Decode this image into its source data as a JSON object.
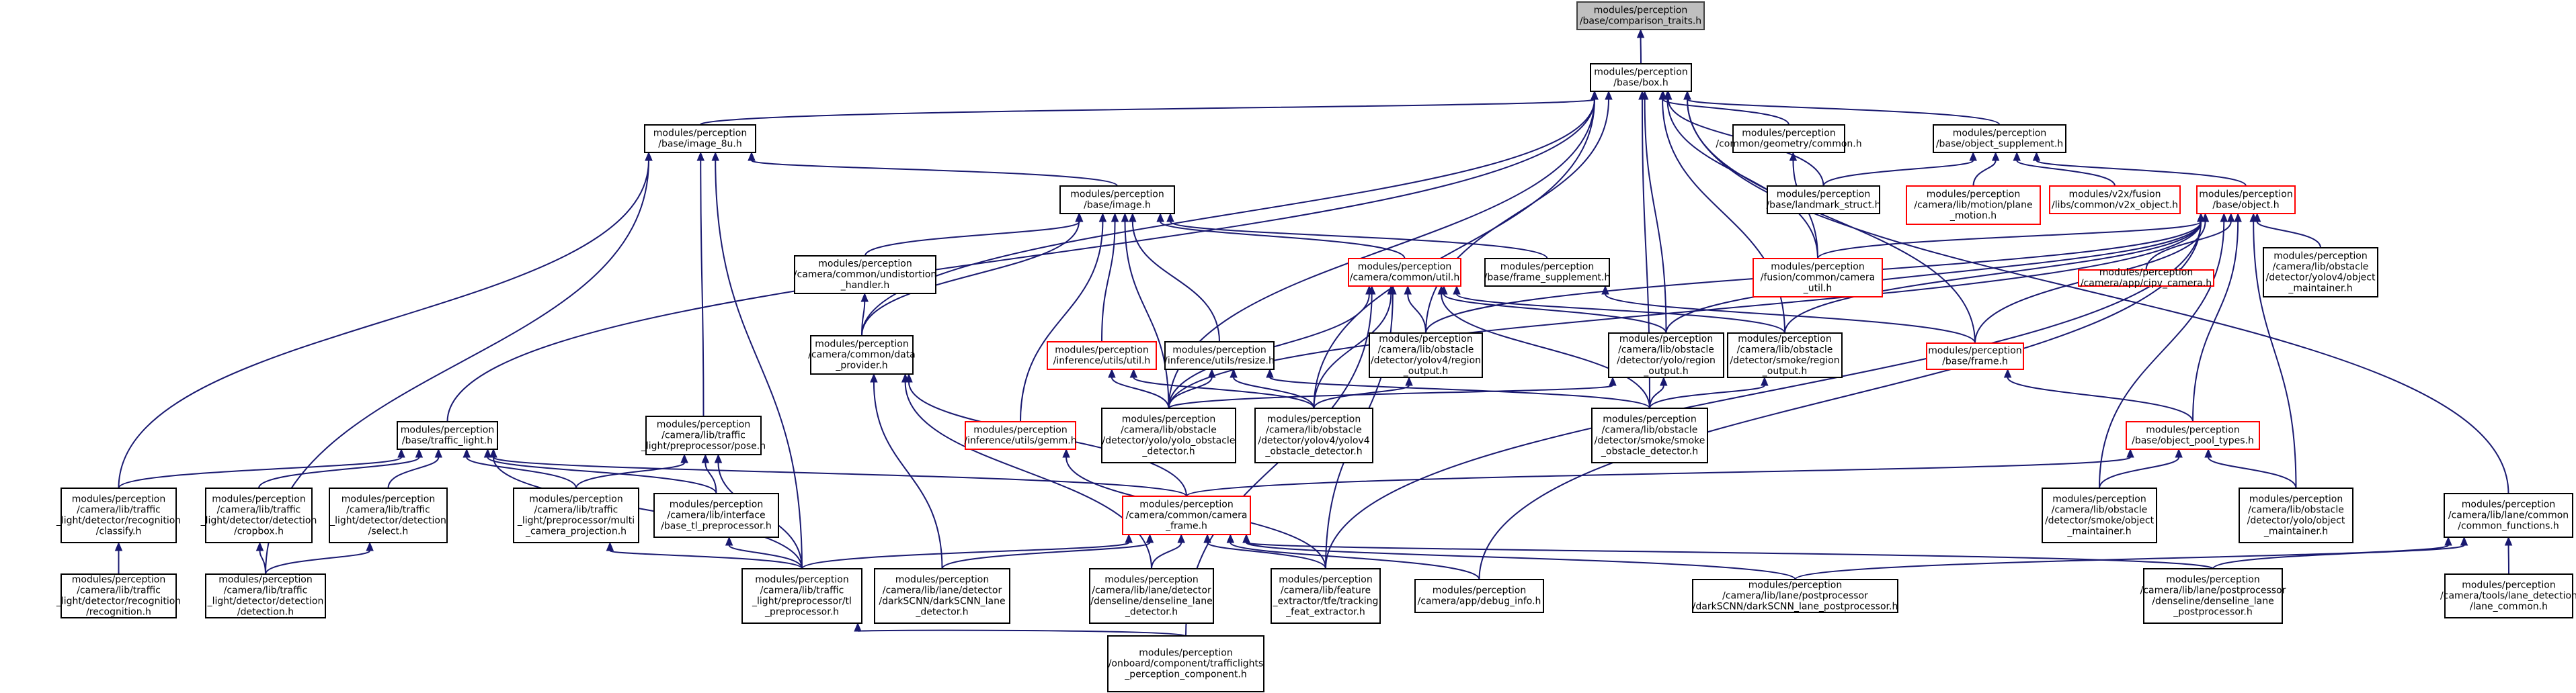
{
  "colors": {
    "edge": "#191970",
    "node_border": "#000000",
    "node_border_truncated": "#ff0000",
    "root_fill": "#bfbfbf",
    "root_border": "#404040",
    "background": "#ffffff"
  },
  "nodes": [
    {
      "id": "n0",
      "lines": [
        "modules/perception",
        "/base/comparison_traits.h"
      ],
      "style": "root"
    },
    {
      "id": "n1",
      "lines": [
        "modules/perception",
        "/base/box.h"
      ],
      "style": "normal"
    },
    {
      "id": "n2",
      "lines": [
        "modules/perception",
        "/base/image_8u.h"
      ],
      "style": "normal"
    },
    {
      "id": "n3",
      "lines": [
        "modules/perception",
        "/common/geometry/common.h"
      ],
      "style": "normal"
    },
    {
      "id": "n4",
      "lines": [
        "modules/perception",
        "/base/object_supplement.h"
      ],
      "style": "normal"
    },
    {
      "id": "n5",
      "lines": [
        "modules/perception",
        "/base/image.h"
      ],
      "style": "normal"
    },
    {
      "id": "n6",
      "lines": [
        "modules/perception",
        "/base/landmark_struct.h"
      ],
      "style": "normal"
    },
    {
      "id": "n7",
      "lines": [
        "modules/perception",
        "/camera/lib/motion/plane",
        "_motion.h"
      ],
      "style": "red"
    },
    {
      "id": "n8",
      "lines": [
        "modules/v2x/fusion",
        "/libs/common/v2x_object.h"
      ],
      "style": "red"
    },
    {
      "id": "n9",
      "lines": [
        "modules/perception",
        "/base/object.h"
      ],
      "style": "red"
    },
    {
      "id": "n10",
      "lines": [
        "modules/perception",
        "/camera/common/undistortion",
        "_handler.h"
      ],
      "style": "normal"
    },
    {
      "id": "n11",
      "lines": [
        "modules/perception",
        "/camera/common/util.h"
      ],
      "style": "red"
    },
    {
      "id": "n12",
      "lines": [
        "modules/perception",
        "/base/frame_supplement.h"
      ],
      "style": "normal"
    },
    {
      "id": "n13",
      "lines": [
        "modules/perception",
        "/fusion/common/camera",
        "_util.h"
      ],
      "style": "red"
    },
    {
      "id": "n14",
      "lines": [
        "modules/perception",
        "/camera/app/cipv_camera.h"
      ],
      "style": "red"
    },
    {
      "id": "n15",
      "lines": [
        "modules/perception",
        "/camera/lib/obstacle",
        "/detector/yolov4/object",
        "_maintainer.h"
      ],
      "style": "normal"
    },
    {
      "id": "n16",
      "lines": [
        "modules/perception",
        "/camera/common/data",
        "_provider.h"
      ],
      "style": "normal"
    },
    {
      "id": "n17",
      "lines": [
        "modules/perception",
        "/inference/utils/util.h"
      ],
      "style": "red"
    },
    {
      "id": "n18",
      "lines": [
        "modules/perception",
        "/inference/utils/resize.h"
      ],
      "style": "normal"
    },
    {
      "id": "n19",
      "lines": [
        "modules/perception",
        "/camera/lib/obstacle",
        "/detector/yolov4/region",
        "_output.h"
      ],
      "style": "normal"
    },
    {
      "id": "n20",
      "lines": [
        "modules/perception",
        "/camera/lib/obstacle",
        "/detector/yolo/region",
        "_output.h"
      ],
      "style": "normal"
    },
    {
      "id": "n21",
      "lines": [
        "modules/perception",
        "/camera/lib/obstacle",
        "/detector/smoke/region",
        "_output.h"
      ],
      "style": "normal"
    },
    {
      "id": "n22",
      "lines": [
        "modules/perception",
        "/base/frame.h"
      ],
      "style": "red"
    },
    {
      "id": "n23",
      "lines": [
        "modules/perception",
        "/base/traffic_light.h"
      ],
      "style": "normal"
    },
    {
      "id": "n24",
      "lines": [
        "modules/perception",
        "/camera/lib/traffic",
        "_light/preprocessor/pose.h"
      ],
      "style": "normal"
    },
    {
      "id": "n25",
      "lines": [
        "modules/perception",
        "/inference/utils/gemm.h"
      ],
      "style": "red"
    },
    {
      "id": "n26",
      "lines": [
        "modules/perception",
        "/camera/lib/obstacle",
        "/detector/yolo/yolo_obstacle",
        "_detector.h"
      ],
      "style": "normal"
    },
    {
      "id": "n27",
      "lines": [
        "modules/perception",
        "/camera/lib/obstacle",
        "/detector/yolov4/yolov4",
        "_obstacle_detector.h"
      ],
      "style": "normal"
    },
    {
      "id": "n28",
      "lines": [
        "modules/perception",
        "/camera/lib/obstacle",
        "/detector/smoke/smoke",
        "_obstacle_detector.h"
      ],
      "style": "normal"
    },
    {
      "id": "n29",
      "lines": [
        "modules/perception",
        "/base/object_pool_types.h"
      ],
      "style": "red"
    },
    {
      "id": "n30",
      "lines": [
        "modules/perception",
        "/camera/lib/traffic",
        "_light/detector/recognition",
        "/classify.h"
      ],
      "style": "normal"
    },
    {
      "id": "n31",
      "lines": [
        "modules/perception",
        "/camera/lib/traffic",
        "_light/detector/detection",
        "/cropbox.h"
      ],
      "style": "normal"
    },
    {
      "id": "n32",
      "lines": [
        "modules/perception",
        "/camera/lib/traffic",
        "_light/detector/detection",
        "/select.h"
      ],
      "style": "normal"
    },
    {
      "id": "n33",
      "lines": [
        "modules/perception",
        "/camera/lib/traffic",
        "_light/preprocessor/multi",
        "_camera_projection.h"
      ],
      "style": "normal"
    },
    {
      "id": "n34",
      "lines": [
        "modules/perception",
        "/camera/lib/interface",
        "/base_tl_preprocessor.h"
      ],
      "style": "normal"
    },
    {
      "id": "n35",
      "lines": [
        "modules/perception",
        "/camera/common/camera",
        "_frame.h"
      ],
      "style": "red"
    },
    {
      "id": "n36",
      "lines": [
        "modules/perception",
        "/camera/lib/obstacle",
        "/detector/smoke/object",
        "_maintainer.h"
      ],
      "style": "normal"
    },
    {
      "id": "n37",
      "lines": [
        "modules/perception",
        "/camera/lib/obstacle",
        "/detector/yolo/object",
        "_maintainer.h"
      ],
      "style": "normal"
    },
    {
      "id": "n38",
      "lines": [
        "modules/perception",
        "/camera/lib/lane/common",
        "/common_functions.h"
      ],
      "style": "normal"
    },
    {
      "id": "n39",
      "lines": [
        "modules/perception",
        "/camera/lib/traffic",
        "_light/detector/recognition",
        "/recognition.h"
      ],
      "style": "normal"
    },
    {
      "id": "n40",
      "lines": [
        "modules/perception",
        "/camera/lib/traffic",
        "_light/detector/detection",
        "/detection.h"
      ],
      "style": "normal"
    },
    {
      "id": "n41",
      "lines": [
        "modules/perception",
        "/camera/lib/traffic",
        "_light/preprocessor/tl",
        "_preprocessor.h"
      ],
      "style": "normal"
    },
    {
      "id": "n42",
      "lines": [
        "modules/perception",
        "/camera/lib/lane/detector",
        "/darkSCNN/darkSCNN_lane",
        "_detector.h"
      ],
      "style": "normal"
    },
    {
      "id": "n43",
      "lines": [
        "modules/perception",
        "/camera/lib/lane/detector",
        "/denseline/denseline_lane",
        "_detector.h"
      ],
      "style": "normal"
    },
    {
      "id": "n44",
      "lines": [
        "modules/perception",
        "/camera/lib/feature",
        "_extractor/tfe/tracking",
        "_feat_extractor.h"
      ],
      "style": "normal"
    },
    {
      "id": "n45",
      "lines": [
        "modules/perception",
        "/camera/app/debug_info.h"
      ],
      "style": "normal"
    },
    {
      "id": "n46",
      "lines": [
        "modules/perception",
        "/camera/lib/lane/postprocessor",
        "/darkSCNN/darkSCNN_lane_postprocessor.h"
      ],
      "style": "normal"
    },
    {
      "id": "n47",
      "lines": [
        "modules/perception",
        "/camera/lib/lane/postprocessor",
        "/denseline/denseline_lane",
        "_postprocessor.h"
      ],
      "style": "normal"
    },
    {
      "id": "n48",
      "lines": [
        "modules/perception",
        "/camera/tools/lane_detection",
        "/lane_common.h"
      ],
      "style": "normal"
    },
    {
      "id": "n49",
      "lines": [
        "modules/perception",
        "/onboard/component/trafficlights",
        "_perception_component.h"
      ],
      "style": "normal"
    }
  ],
  "edges": [
    [
      "n1",
      "n0"
    ],
    [
      "n2",
      "n1"
    ],
    [
      "n3",
      "n1"
    ],
    [
      "n4",
      "n1"
    ],
    [
      "n6",
      "n1"
    ],
    [
      "n13",
      "n1"
    ],
    [
      "n16",
      "n1"
    ],
    [
      "n19",
      "n1"
    ],
    [
      "n20",
      "n1"
    ],
    [
      "n21",
      "n1"
    ],
    [
      "n22",
      "n1"
    ],
    [
      "n23",
      "n1"
    ],
    [
      "n26",
      "n1"
    ],
    [
      "n27",
      "n1"
    ],
    [
      "n28",
      "n1"
    ],
    [
      "n38",
      "n1"
    ],
    [
      "n5",
      "n2"
    ],
    [
      "n24",
      "n2"
    ],
    [
      "n30",
      "n2"
    ],
    [
      "n40",
      "n2"
    ],
    [
      "n41",
      "n2"
    ],
    [
      "n13",
      "n3"
    ],
    [
      "n6",
      "n4"
    ],
    [
      "n7",
      "n4"
    ],
    [
      "n8",
      "n4"
    ],
    [
      "n9",
      "n4"
    ],
    [
      "n10",
      "n5"
    ],
    [
      "n11",
      "n5"
    ],
    [
      "n12",
      "n5"
    ],
    [
      "n16",
      "n5"
    ],
    [
      "n17",
      "n5"
    ],
    [
      "n18",
      "n5"
    ],
    [
      "n25",
      "n5"
    ],
    [
      "n26",
      "n5"
    ],
    [
      "n13",
      "n9"
    ],
    [
      "n14",
      "n9"
    ],
    [
      "n15",
      "n9"
    ],
    [
      "n19",
      "n9"
    ],
    [
      "n20",
      "n9"
    ],
    [
      "n21",
      "n9"
    ],
    [
      "n22",
      "n9"
    ],
    [
      "n26",
      "n9"
    ],
    [
      "n29",
      "n9"
    ],
    [
      "n36",
      "n9"
    ],
    [
      "n37",
      "n9"
    ],
    [
      "n44",
      "n9"
    ],
    [
      "n45",
      "n9"
    ],
    [
      "n16",
      "n10"
    ],
    [
      "n19",
      "n11"
    ],
    [
      "n20",
      "n11"
    ],
    [
      "n21",
      "n11"
    ],
    [
      "n26",
      "n11"
    ],
    [
      "n27",
      "n11"
    ],
    [
      "n28",
      "n11"
    ],
    [
      "n44",
      "n11"
    ],
    [
      "n49",
      "n11"
    ],
    [
      "n22",
      "n12"
    ],
    [
      "n35",
      "n16"
    ],
    [
      "n42",
      "n16"
    ],
    [
      "n43",
      "n16"
    ],
    [
      "n26",
      "n17"
    ],
    [
      "n27",
      "n17"
    ],
    [
      "n26",
      "n18"
    ],
    [
      "n27",
      "n18"
    ],
    [
      "n28",
      "n18"
    ],
    [
      "n27",
      "n19"
    ],
    [
      "n26",
      "n20"
    ],
    [
      "n28",
      "n20"
    ],
    [
      "n28",
      "n21"
    ],
    [
      "n29",
      "n22"
    ],
    [
      "n30",
      "n23"
    ],
    [
      "n31",
      "n23"
    ],
    [
      "n32",
      "n23"
    ],
    [
      "n33",
      "n23"
    ],
    [
      "n34",
      "n23"
    ],
    [
      "n35",
      "n23"
    ],
    [
      "n41",
      "n23"
    ],
    [
      "n33",
      "n24"
    ],
    [
      "n34",
      "n24"
    ],
    [
      "n41",
      "n24"
    ],
    [
      "n44",
      "n25"
    ],
    [
      "n35",
      "n29"
    ],
    [
      "n36",
      "n29"
    ],
    [
      "n37",
      "n29"
    ],
    [
      "n39",
      "n30"
    ],
    [
      "n40",
      "n31"
    ],
    [
      "n40",
      "n32"
    ],
    [
      "n41",
      "n33"
    ],
    [
      "n41",
      "n34"
    ],
    [
      "n41",
      "n35"
    ],
    [
      "n42",
      "n35"
    ],
    [
      "n43",
      "n35"
    ],
    [
      "n44",
      "n35"
    ],
    [
      "n45",
      "n35"
    ],
    [
      "n46",
      "n35"
    ],
    [
      "n47",
      "n35"
    ],
    [
      "n46",
      "n38"
    ],
    [
      "n47",
      "n38"
    ],
    [
      "n48",
      "n38"
    ],
    [
      "n49",
      "n41"
    ]
  ]
}
